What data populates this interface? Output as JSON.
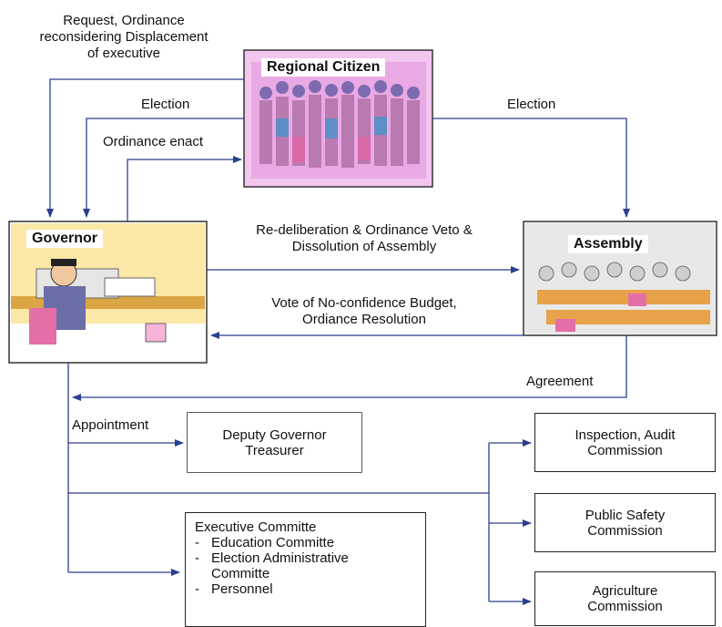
{
  "nodes": {
    "citizen": "Regional Citizen",
    "governor": "Governor",
    "assembly": "Assembly",
    "deputy": [
      "Deputy Governor",
      "Treasurer"
    ],
    "inspection": [
      "Inspection, Audit",
      "Commission"
    ],
    "safety": [
      "Public Safety",
      "Commission"
    ],
    "agriculture": [
      "Agriculture",
      "Commission"
    ],
    "executive": {
      "title": "Executive Committe",
      "items": [
        "Education Committe",
        "Election Administrative",
        "Committe",
        "Personnel"
      ]
    }
  },
  "edges": {
    "request": [
      "Request, Ordinance",
      "reconsidering Displacement",
      "of executive"
    ],
    "election_left": "Election",
    "election_right": "Election",
    "ordinance_enact": "Ordinance enact",
    "redeliberation": [
      "Re-deliberation & Ordinance Veto &",
      "Dissolution of Assembly"
    ],
    "no_confidence": [
      "Vote of No-confidence Budget,",
      "Ordiance Resolution"
    ],
    "agreement": "Agreement",
    "appointment": "Appointment"
  },
  "colors": {
    "arrow": "#2b3f8f",
    "border": "#222222"
  }
}
